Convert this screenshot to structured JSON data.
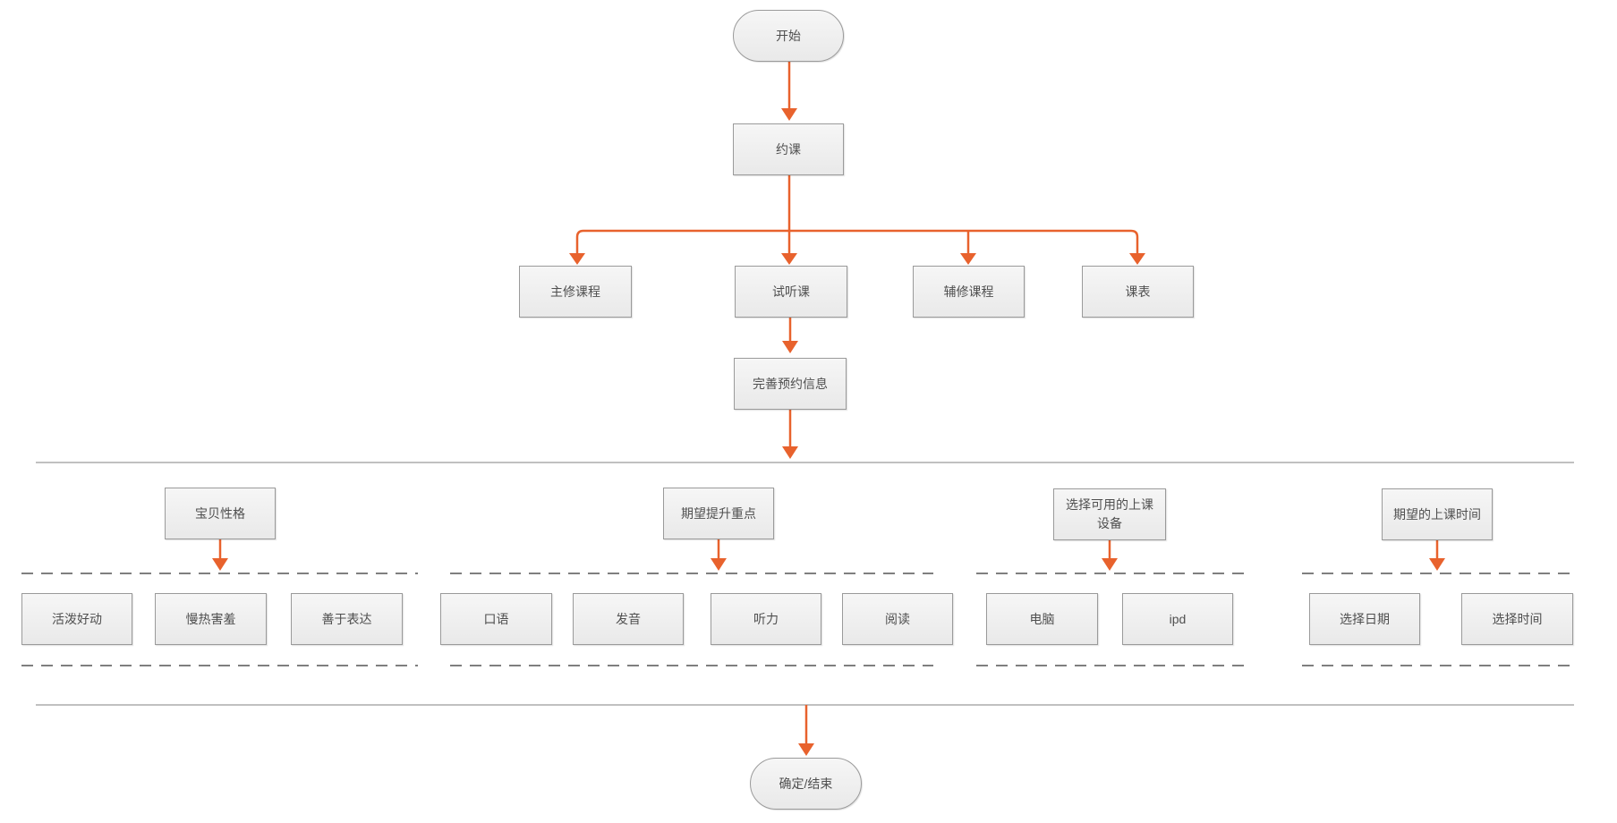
{
  "diagram": {
    "start": "开始",
    "book": "约课",
    "branches": [
      "主修课程",
      "试听课",
      "辅修课程",
      "课表"
    ],
    "complete_info": "完善预约信息",
    "groups": [
      {
        "header": "宝贝性格",
        "children": [
          "活泼好动",
          "慢热害羞",
          "善于表达"
        ]
      },
      {
        "header": "期望提升重点",
        "children": [
          "口语",
          "发音",
          "听力",
          "阅读"
        ]
      },
      {
        "header": "选择可用的上课设备",
        "children": [
          "电脑",
          "ipd"
        ]
      },
      {
        "header": "期望的上课时间",
        "children": [
          "选择日期",
          "选择时间"
        ]
      }
    ],
    "end": "确定/结束",
    "colors": {
      "arrow": "#e8622d",
      "node_border": "#9a9a9a",
      "node_fill_top": "#f6f6f6",
      "node_fill_bottom": "#e9e9e9",
      "text": "#4f4f4f",
      "divider": "#9a9a9a",
      "dash": "#7f7f7f"
    }
  }
}
